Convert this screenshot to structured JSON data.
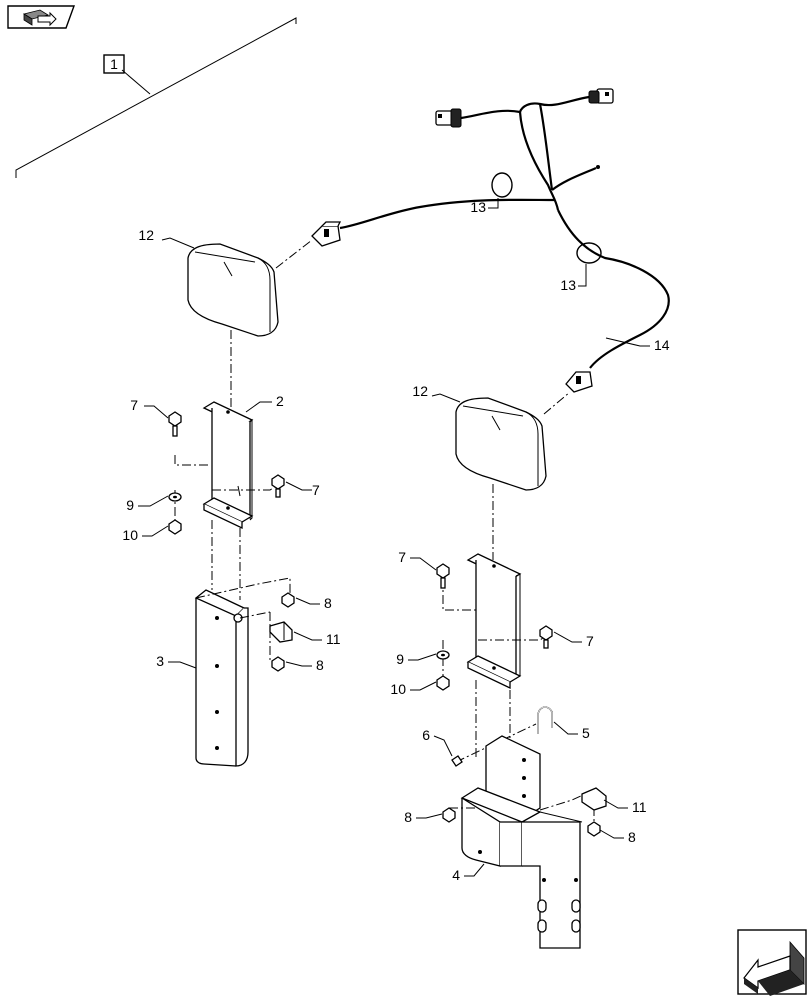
{
  "nav": {
    "top_left_icon": "assembly-view-icon",
    "bottom_right_icon": "next-arrow-icon"
  },
  "callouts": {
    "assembly_ref": "1",
    "p2": "2",
    "p3": "3",
    "p4": "4",
    "p5": "5",
    "p6": "6",
    "p7": "7",
    "p8": "8",
    "p9": "9",
    "p10": "10",
    "p11": "11",
    "p12": "12",
    "p13": "13",
    "p14": "14"
  }
}
